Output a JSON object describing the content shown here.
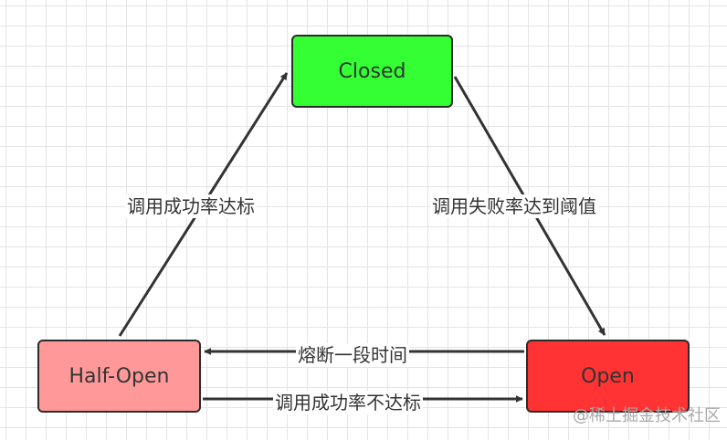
{
  "colors": {
    "closed_fill": "#33ff33",
    "open_fill": "#ff3333",
    "half_open_fill": "#ff9999",
    "stroke": "#2b2b2b",
    "arrow": "#333333",
    "grid": "#e4e4e4",
    "text": "#333333",
    "watermark_text": "#a9a9a9"
  },
  "nodes": {
    "closed": "Closed",
    "open": "Open",
    "half_open": "Half-Open"
  },
  "edges": {
    "halfopen_to_closed": "调用成功率达标",
    "closed_to_open": "调用失败率达到阈值",
    "open_to_halfopen": "熔断一段时间",
    "halfopen_to_open": "调用成功率不达标"
  },
  "watermark": "@稀土掘金技术社区"
}
